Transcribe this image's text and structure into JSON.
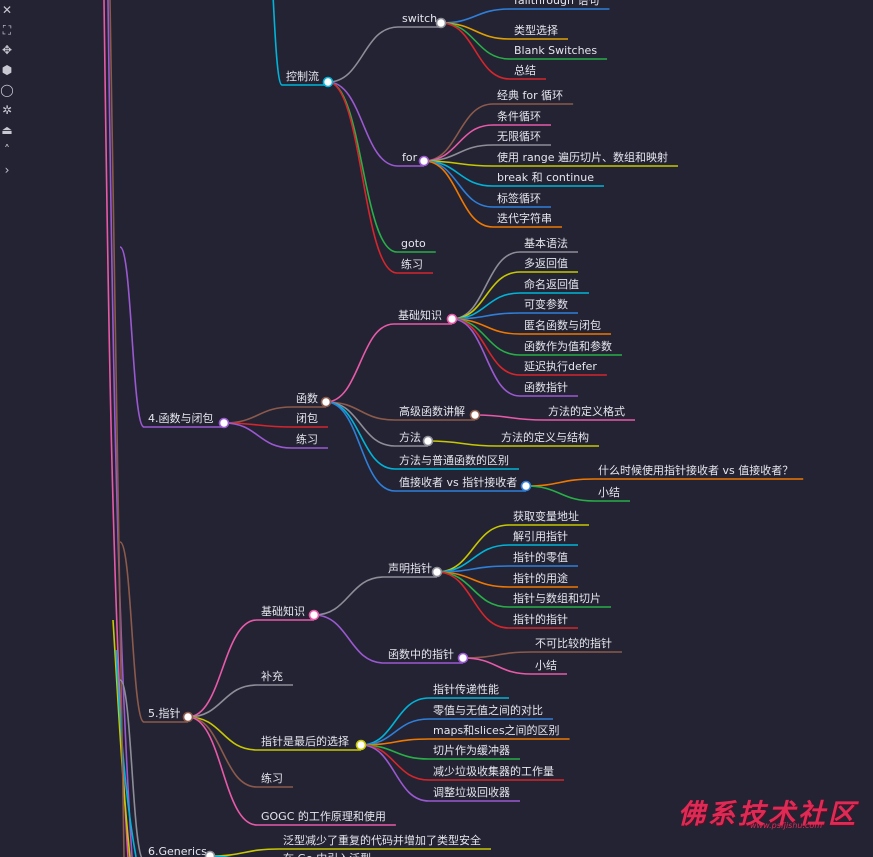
{
  "toolbar": {
    "icons": [
      {
        "name": "close-icon",
        "glyph": "✕"
      },
      {
        "name": "fullscreen-icon",
        "glyph": "⛶"
      },
      {
        "name": "move-icon",
        "glyph": "✥"
      },
      {
        "name": "cube-icon",
        "glyph": "⬢"
      },
      {
        "name": "circle-icon",
        "glyph": "◯"
      },
      {
        "name": "gear-icon",
        "glyph": "✲"
      },
      {
        "name": "download-icon",
        "glyph": "⏏"
      },
      {
        "name": "chevron-up-icon",
        "glyph": "˄"
      },
      {
        "name": "chevron-right-icon",
        "glyph": "›"
      }
    ]
  },
  "colors": {
    "background": "#232334",
    "text": "#e6e6ee",
    "watermark": "#e02a56"
  },
  "mindmap": [
    {
      "id": "ctrl",
      "label": "控制流",
      "parent": null,
      "color": "#00b4d8"
    },
    {
      "id": "switch",
      "label": "switch",
      "parent": "ctrl",
      "color": "#8e8e99"
    },
    {
      "id": "sw_ft",
      "label": "fallthrough 语句",
      "parent": "switch",
      "color": "#2f7fd9"
    },
    {
      "id": "sw_type",
      "label": "类型选择",
      "parent": "switch",
      "color": "#e0a100"
    },
    {
      "id": "sw_blank",
      "label": "Blank Switches",
      "parent": "switch",
      "color": "#28b047"
    },
    {
      "id": "sw_sum",
      "label": "总结",
      "parent": "switch",
      "color": "#d6262b"
    },
    {
      "id": "for",
      "label": "for",
      "parent": "ctrl",
      "color": "#9b59d0"
    },
    {
      "id": "for_1",
      "label": "经典 for 循环",
      "parent": "for",
      "color": "#8b5a4a"
    },
    {
      "id": "for_2",
      "label": "条件循环",
      "parent": "for",
      "color": "#e85aa8"
    },
    {
      "id": "for_3",
      "label": "无限循环",
      "parent": "for",
      "color": "#8e8e99"
    },
    {
      "id": "for_4",
      "label": "使用 range 遍历切片、数组和映射",
      "parent": "for",
      "color": "#c8c800"
    },
    {
      "id": "for_5",
      "label": "break 和 continue",
      "parent": "for",
      "color": "#00b4d8"
    },
    {
      "id": "for_6",
      "label": "标签循环",
      "parent": "for",
      "color": "#2f7fd9"
    },
    {
      "id": "for_7",
      "label": "迭代字符串",
      "parent": "for",
      "color": "#f07800"
    },
    {
      "id": "goto",
      "label": "goto",
      "parent": "ctrl",
      "color": "#28b047"
    },
    {
      "id": "ctrl_ex",
      "label": "练习",
      "parent": "ctrl",
      "color": "#d6262b"
    },
    {
      "id": "ch4",
      "label": "4.函数与闭包",
      "parent": null,
      "color": "#9b59d0"
    },
    {
      "id": "func",
      "label": "函数",
      "parent": "ch4",
      "color": "#8b5a4a"
    },
    {
      "id": "closure",
      "label": "闭包",
      "parent": "ch4",
      "color": "#d6262b"
    },
    {
      "id": "ch4_ex",
      "label": "练习",
      "parent": "ch4",
      "color": "#9b59d0"
    },
    {
      "id": "basic",
      "label": "基础知识",
      "parent": "func",
      "color": "#e85aa8"
    },
    {
      "id": "b1",
      "label": "基本语法",
      "parent": "basic",
      "color": "#8e8e99"
    },
    {
      "id": "b2",
      "label": "多返回值",
      "parent": "basic",
      "color": "#c8c800"
    },
    {
      "id": "b3",
      "label": "命名返回值",
      "parent": "basic",
      "color": "#00b4d8"
    },
    {
      "id": "b4",
      "label": "可变参数",
      "parent": "basic",
      "color": "#2f7fd9"
    },
    {
      "id": "b5",
      "label": "匿名函数与闭包",
      "parent": "basic",
      "color": "#f07800"
    },
    {
      "id": "b6",
      "label": "函数作为值和参数",
      "parent": "basic",
      "color": "#28b047"
    },
    {
      "id": "b7",
      "label": "延迟执行defer",
      "parent": "basic",
      "color": "#d6262b"
    },
    {
      "id": "b8",
      "label": "函数指针",
      "parent": "basic",
      "color": "#9b59d0"
    },
    {
      "id": "hof",
      "label": "高级函数讲解",
      "parent": "func",
      "color": "#8b5a4a"
    },
    {
      "id": "hof1",
      "label": "方法的定义格式",
      "parent": "hof",
      "color": "#e85aa8"
    },
    {
      "id": "method",
      "label": "方法",
      "parent": "func",
      "color": "#8e8e99"
    },
    {
      "id": "m1",
      "label": "方法的定义与结构",
      "parent": "method",
      "color": "#c8c800"
    },
    {
      "id": "mdiff",
      "label": "方法与普通函数的区别",
      "parent": "func",
      "color": "#00b4d8"
    },
    {
      "id": "recv",
      "label": "值接收者 vs 指针接收者",
      "parent": "func",
      "color": "#2f7fd9"
    },
    {
      "id": "r1",
      "label": "什么时候使用指针接收者 vs 值接收者？",
      "parent": "recv",
      "color": "#f07800"
    },
    {
      "id": "r2",
      "label": "小结",
      "parent": "recv",
      "color": "#28b047"
    },
    {
      "id": "ch5",
      "label": "5.指针",
      "parent": null,
      "color": "#8b5a4a"
    },
    {
      "id": "pbasic",
      "label": "基础知识",
      "parent": "ch5",
      "color": "#e85aa8"
    },
    {
      "id": "decl",
      "label": "声明指针",
      "parent": "pbasic",
      "color": "#8e8e99"
    },
    {
      "id": "d1",
      "label": "获取变量地址",
      "parent": "decl",
      "color": "#c8c800"
    },
    {
      "id": "d2",
      "label": "解引用指针",
      "parent": "decl",
      "color": "#00b4d8"
    },
    {
      "id": "d3",
      "label": "指针的零值",
      "parent": "decl",
      "color": "#2f7fd9"
    },
    {
      "id": "d4",
      "label": "指针的用途",
      "parent": "decl",
      "color": "#f07800"
    },
    {
      "id": "d5",
      "label": "指针与数组和切片",
      "parent": "decl",
      "color": "#28b047"
    },
    {
      "id": "d6",
      "label": "指针的指针",
      "parent": "decl",
      "color": "#d6262b"
    },
    {
      "id": "fptr",
      "label": "函数中的指针",
      "parent": "pbasic",
      "color": "#9b59d0"
    },
    {
      "id": "f1",
      "label": "不可比较的指针",
      "parent": "fptr",
      "color": "#8b5a4a"
    },
    {
      "id": "f2",
      "label": "小结",
      "parent": "fptr",
      "color": "#e85aa8"
    },
    {
      "id": "supp",
      "label": "补充",
      "parent": "ch5",
      "color": "#8e8e99"
    },
    {
      "id": "last",
      "label": "指针是最后的选择",
      "parent": "ch5",
      "color": "#c8c800"
    },
    {
      "id": "l1",
      "label": "指针传递性能",
      "parent": "last",
      "color": "#00b4d8"
    },
    {
      "id": "l2",
      "label": "零值与无值之间的对比",
      "parent": "last",
      "color": "#2f7fd9"
    },
    {
      "id": "l3",
      "label": "maps和slices之间的区别",
      "parent": "last",
      "color": "#f07800"
    },
    {
      "id": "l4",
      "label": "切片作为缓冲器",
      "parent": "last",
      "color": "#28b047"
    },
    {
      "id": "l5",
      "label": "减少垃圾收集器的工作量",
      "parent": "last",
      "color": "#d6262b"
    },
    {
      "id": "l6",
      "label": "调整垃圾回收器",
      "parent": "last",
      "color": "#9b59d0"
    },
    {
      "id": "ch5_ex",
      "label": "练习",
      "parent": "ch5",
      "color": "#8b5a4a"
    },
    {
      "id": "gogc",
      "label": "GOGC 的工作原理和使用",
      "parent": "ch5",
      "color": "#e85aa8"
    },
    {
      "id": "ch6",
      "label": "6.Generics",
      "parent": null,
      "color": "#8e8e99"
    },
    {
      "id": "g1",
      "label": "泛型减少了重复的代码并增加了类型安全",
      "parent": "ch6",
      "color": "#c8c800"
    },
    {
      "id": "g2",
      "label": "在 Go 中引入泛型",
      "parent": "ch6",
      "color": "#00b4d8"
    }
  ],
  "watermark": {
    "title": "佛系技术社区",
    "url": "www.psfjishu.com"
  }
}
